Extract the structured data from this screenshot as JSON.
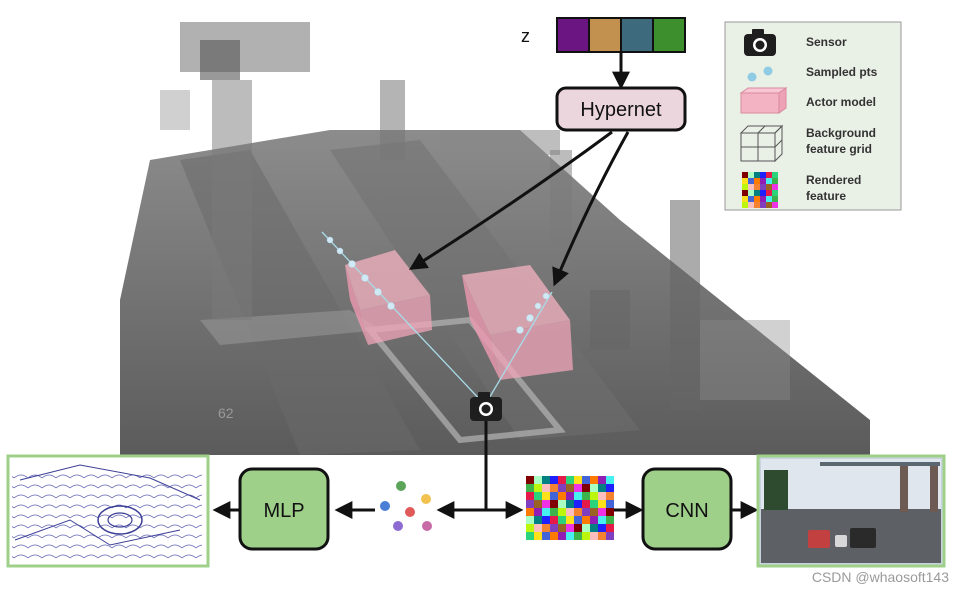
{
  "latent": {
    "label": "z",
    "colors": [
      "#6b1583",
      "#c2914f",
      "#3e6a7e",
      "#3d8f2d"
    ]
  },
  "hypernet": {
    "label": "Hypernet"
  },
  "scene_label": "62",
  "legend": {
    "items": [
      {
        "icon": "camera-icon",
        "text": "Sensor"
      },
      {
        "icon": "sampled-points-icon",
        "text": "Sampled pts"
      },
      {
        "icon": "actor-box-icon",
        "text": "Actor model"
      },
      {
        "icon": "grid-cube-icon",
        "lines": [
          "Background",
          "feature grid"
        ]
      },
      {
        "icon": "rendered-feature-icon",
        "lines": [
          "Rendered",
          "feature"
        ]
      }
    ]
  },
  "mlp": {
    "label": "MLP"
  },
  "cnn": {
    "label": "CNN"
  },
  "point_colors": [
    "#5aa55a",
    "#f2c14e",
    "#4a7fd6",
    "#e05a5a",
    "#8e6bd1",
    "#c86aa5"
  ],
  "watermark": "CSDN @whaosoft143"
}
